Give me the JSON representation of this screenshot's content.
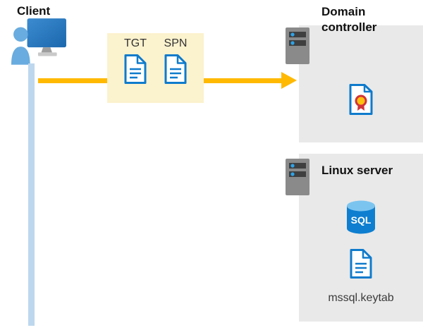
{
  "client": {
    "label": "Client"
  },
  "token_box": {
    "tgt_label": "TGT",
    "spn_label": "SPN"
  },
  "domain_controller": {
    "name_line1": "Domain",
    "name_line2": "controller"
  },
  "linux_server": {
    "name": "Linux server",
    "sql_label": "SQL",
    "keytab_file": "mssql.keytab"
  },
  "colors": {
    "arrow": "#FFB900",
    "lifeline": "#BDD7EE",
    "token_box_bg": "#FBF2CE",
    "panel_bg": "#E9E9E9",
    "doc_outline": "#0F7BCC",
    "sql_body": "#0E7FD0",
    "seal_red": "#D13438",
    "seal_yellow": "#FFC20E"
  }
}
